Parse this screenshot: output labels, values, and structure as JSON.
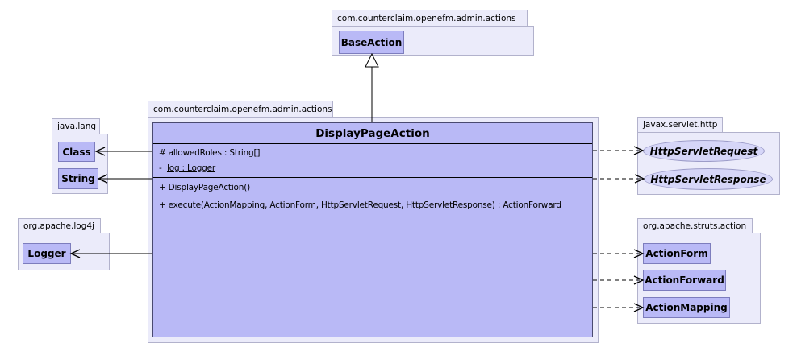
{
  "packages": {
    "top_actions": {
      "label": "com.counterclaim.openefm.admin.actions"
    },
    "main_actions": {
      "label": "com.counterclaim.openefm.admin.actions"
    },
    "java_lang": {
      "label": "java.lang"
    },
    "log4j": {
      "label": "org.apache.log4j"
    },
    "servlet_http": {
      "label": "javax.servlet.http"
    },
    "struts_action": {
      "label": "org.apache.struts.action"
    }
  },
  "classes": {
    "base_action": "BaseAction",
    "java_class": "Class",
    "java_string": "String",
    "logger": "Logger",
    "action_form": "ActionForm",
    "action_forward": "ActionForward",
    "action_mapping": "ActionMapping"
  },
  "interfaces": {
    "http_servlet_request": "HttpServletRequest",
    "http_servlet_response": "HttpServletResponse"
  },
  "main_class": {
    "name": "DisplayPageAction",
    "attributes": [
      {
        "visibility": "#",
        "text": "allowedRoles : String[]"
      },
      {
        "visibility": "-",
        "text": "log : Logger"
      }
    ],
    "methods": [
      {
        "visibility": "+",
        "text": "DisplayPageAction()"
      },
      {
        "visibility": "+",
        "text": "execute(ActionMapping, ActionForm, HttpServletRequest, HttpServletResponse) : ActionForward"
      }
    ]
  },
  "colors": {
    "package_fill": "#ebebfa",
    "package_border": "#b2b2cc",
    "class_fill": "#b9b9f6",
    "class_border": "#7d7dbd",
    "main_class_border": "#4a4a70",
    "ellipse_fill": "#d6d6f8",
    "ellipse_border": "#9c9cc8",
    "connector": "#000000"
  }
}
